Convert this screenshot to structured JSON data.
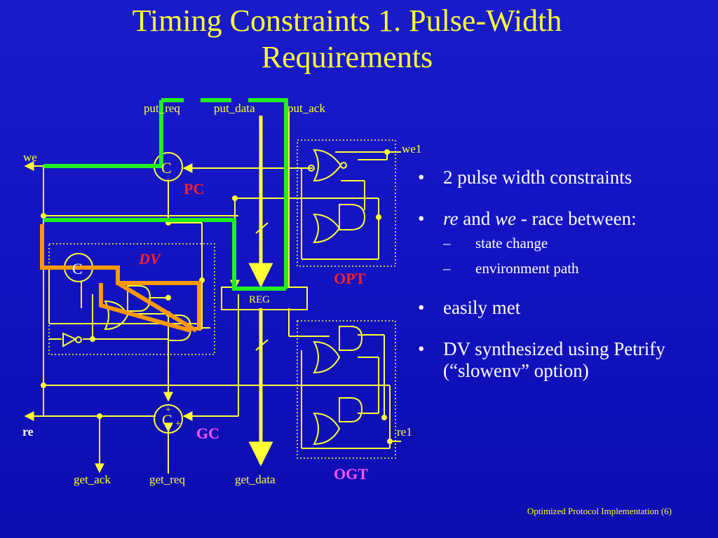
{
  "title": {
    "line1": "Timing Constraints 1. Pulse-Width",
    "line2": "Requirements"
  },
  "diagram": {
    "signals": {
      "put_req": "put_req",
      "put_data": "put_data",
      "put_ack": "put_ack",
      "we": "we",
      "we1": "we1",
      "re": "re",
      "re1": "re1",
      "get_ack": "get_ack",
      "get_req": "get_req",
      "get_data": "get_data"
    },
    "blocks": {
      "pc": "PC",
      "dv": "DV",
      "opt": "OPT",
      "gc": "GC",
      "ogt": "OGT",
      "reg": "REG",
      "c_gate": "C",
      "plus": "+"
    }
  },
  "bullets": {
    "b1": "2 pulse width constraints",
    "b2_re": "re",
    "b2_and": " and ",
    "b2_we": "we",
    "b2_rest": " - race between:",
    "sub1": "state change",
    "sub2": "environment path",
    "b3": "easily met",
    "b4": "DV synthesized using Petrify (“slowenv” option)"
  },
  "footer": "Optimized Protocol Implementation (6)",
  "colors": {
    "background": "#1414c4",
    "wire": "#ffff33",
    "green_path": "#22ee22",
    "orange_path": "#ff9900",
    "label_red": "#ff2222",
    "label_magenta": "#ff55ff"
  }
}
